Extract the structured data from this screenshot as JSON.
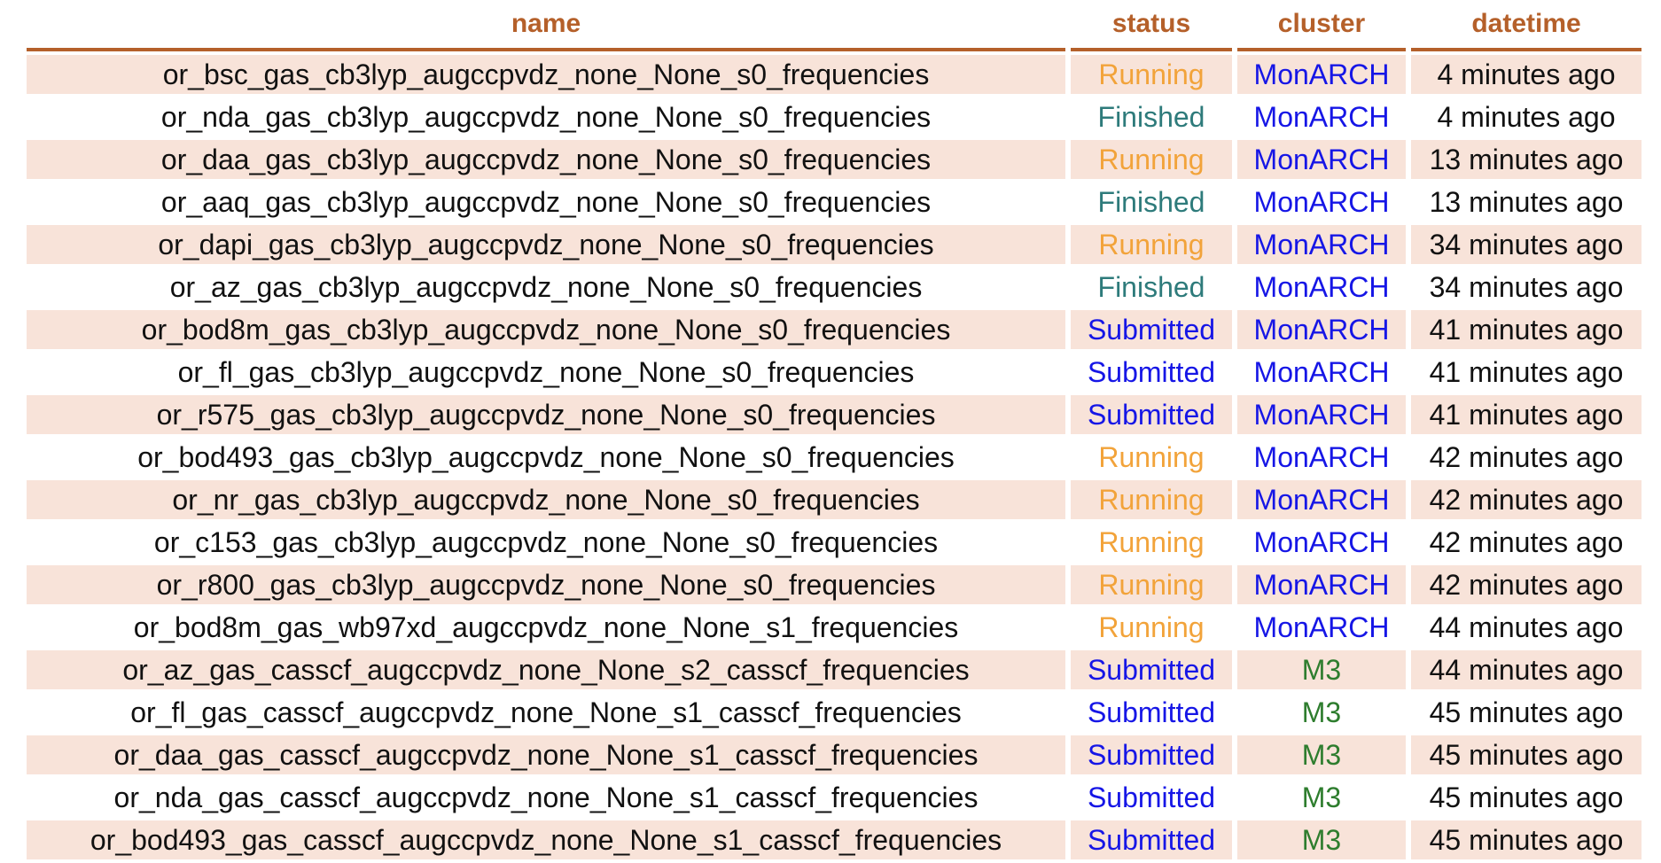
{
  "headers": {
    "name": "name",
    "status": "status",
    "cluster": "cluster",
    "datetime": "datetime"
  },
  "colors": {
    "header": "#b5602a",
    "row_shade": "#f8e3d9",
    "status_running": "#f2a33a",
    "status_finished": "#2e7b7b",
    "status_submitted": "#1616e6",
    "cluster_monarch": "#1616e6",
    "cluster_m3": "#2e7d2e"
  },
  "rows": [
    {
      "name": "or_bsc_gas_cb3lyp_augccpvdz_none_None_s0_frequencies",
      "status": "Running",
      "cluster": "MonARCH",
      "datetime": "4 minutes ago"
    },
    {
      "name": "or_nda_gas_cb3lyp_augccpvdz_none_None_s0_frequencies",
      "status": "Finished",
      "cluster": "MonARCH",
      "datetime": "4 minutes ago"
    },
    {
      "name": "or_daa_gas_cb3lyp_augccpvdz_none_None_s0_frequencies",
      "status": "Running",
      "cluster": "MonARCH",
      "datetime": "13 minutes ago"
    },
    {
      "name": "or_aaq_gas_cb3lyp_augccpvdz_none_None_s0_frequencies",
      "status": "Finished",
      "cluster": "MonARCH",
      "datetime": "13 minutes ago"
    },
    {
      "name": "or_dapi_gas_cb3lyp_augccpvdz_none_None_s0_frequencies",
      "status": "Running",
      "cluster": "MonARCH",
      "datetime": "34 minutes ago"
    },
    {
      "name": "or_az_gas_cb3lyp_augccpvdz_none_None_s0_frequencies",
      "status": "Finished",
      "cluster": "MonARCH",
      "datetime": "34 minutes ago"
    },
    {
      "name": "or_bod8m_gas_cb3lyp_augccpvdz_none_None_s0_frequencies",
      "status": "Submitted",
      "cluster": "MonARCH",
      "datetime": "41 minutes ago"
    },
    {
      "name": "or_fl_gas_cb3lyp_augccpvdz_none_None_s0_frequencies",
      "status": "Submitted",
      "cluster": "MonARCH",
      "datetime": "41 minutes ago"
    },
    {
      "name": "or_r575_gas_cb3lyp_augccpvdz_none_None_s0_frequencies",
      "status": "Submitted",
      "cluster": "MonARCH",
      "datetime": "41 minutes ago"
    },
    {
      "name": "or_bod493_gas_cb3lyp_augccpvdz_none_None_s0_frequencies",
      "status": "Running",
      "cluster": "MonARCH",
      "datetime": "42 minutes ago"
    },
    {
      "name": "or_nr_gas_cb3lyp_augccpvdz_none_None_s0_frequencies",
      "status": "Running",
      "cluster": "MonARCH",
      "datetime": "42 minutes ago"
    },
    {
      "name": "or_c153_gas_cb3lyp_augccpvdz_none_None_s0_frequencies",
      "status": "Running",
      "cluster": "MonARCH",
      "datetime": "42 minutes ago"
    },
    {
      "name": "or_r800_gas_cb3lyp_augccpvdz_none_None_s0_frequencies",
      "status": "Running",
      "cluster": "MonARCH",
      "datetime": "42 minutes ago"
    },
    {
      "name": "or_bod8m_gas_wb97xd_augccpvdz_none_None_s1_frequencies",
      "status": "Running",
      "cluster": "MonARCH",
      "datetime": "44 minutes ago"
    },
    {
      "name": "or_az_gas_casscf_augccpvdz_none_None_s2_casscf_frequencies",
      "status": "Submitted",
      "cluster": "M3",
      "datetime": "44 minutes ago"
    },
    {
      "name": "or_fl_gas_casscf_augccpvdz_none_None_s1_casscf_frequencies",
      "status": "Submitted",
      "cluster": "M3",
      "datetime": "45 minutes ago"
    },
    {
      "name": "or_daa_gas_casscf_augccpvdz_none_None_s1_casscf_frequencies",
      "status": "Submitted",
      "cluster": "M3",
      "datetime": "45 minutes ago"
    },
    {
      "name": "or_nda_gas_casscf_augccpvdz_none_None_s1_casscf_frequencies",
      "status": "Submitted",
      "cluster": "M3",
      "datetime": "45 minutes ago"
    },
    {
      "name": "or_bod493_gas_casscf_augccpvdz_none_None_s1_casscf_frequencies",
      "status": "Submitted",
      "cluster": "M3",
      "datetime": "45 minutes ago"
    }
  ]
}
